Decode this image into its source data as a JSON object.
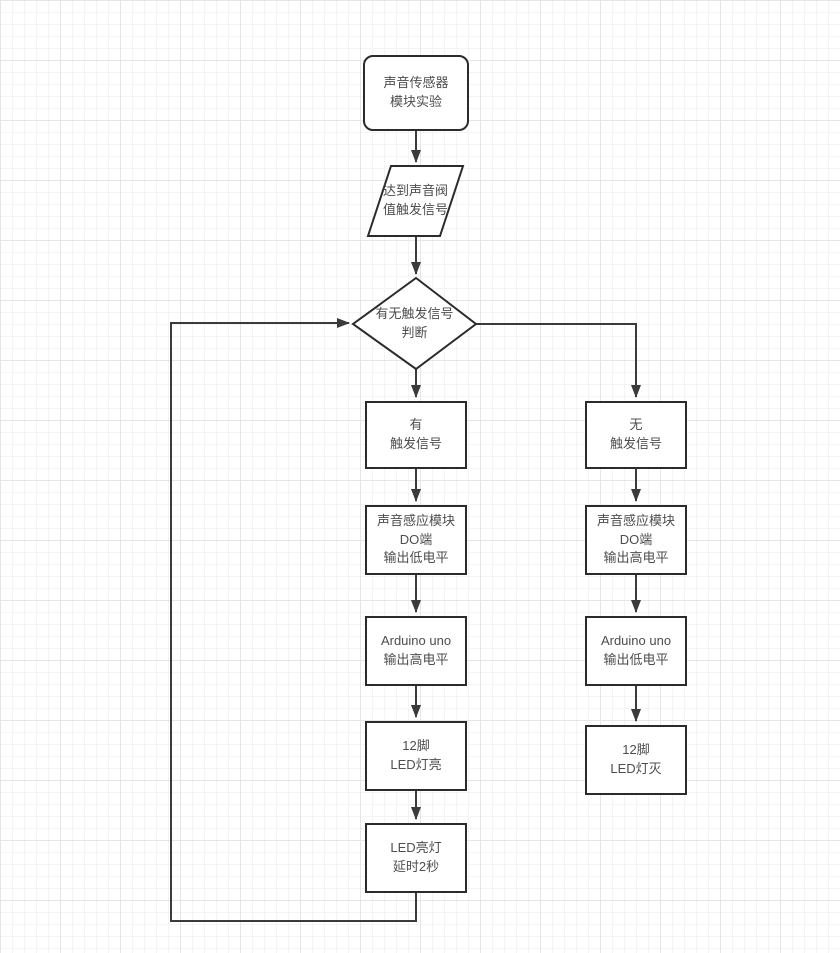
{
  "diagram": {
    "type": "flowchart",
    "colors": {
      "connector": "#3b3b3b",
      "shape_border": "#2b2b2b",
      "shape_fill": "#ffffff",
      "text": "#4d4d4d",
      "grid_minor": "#f4f4f4",
      "grid_major": "#e6e6e6"
    },
    "nodes": {
      "start": {
        "shape": "rounded-rectangle",
        "label": "声音传感器\n模块实验"
      },
      "threshold_signal": {
        "shape": "parallelogram",
        "label": "达到声音阀\n值触发信号"
      },
      "decision": {
        "shape": "diamond",
        "label": "有无触发信号\n判断"
      },
      "has_signal": {
        "shape": "rectangle",
        "label": "有\n触发信号"
      },
      "do_low": {
        "shape": "rectangle",
        "label": "声音感应模块\nDO端\n输出低电平"
      },
      "arduino_high": {
        "shape": "rectangle",
        "label": "Arduino uno\n输出高电平"
      },
      "led_on": {
        "shape": "rectangle",
        "label": "12脚\nLED灯亮"
      },
      "led_delay": {
        "shape": "rectangle",
        "label": "LED亮灯\n延时2秒"
      },
      "no_signal": {
        "shape": "rectangle",
        "label": "无\n触发信号"
      },
      "do_high": {
        "shape": "rectangle",
        "label": "声音感应模块\nDO端\n输出高电平"
      },
      "arduino_low": {
        "shape": "rectangle",
        "label": "Arduino uno\n输出低电平"
      },
      "led_off": {
        "shape": "rectangle",
        "label": "12脚\nLED灯灭"
      }
    }
  }
}
